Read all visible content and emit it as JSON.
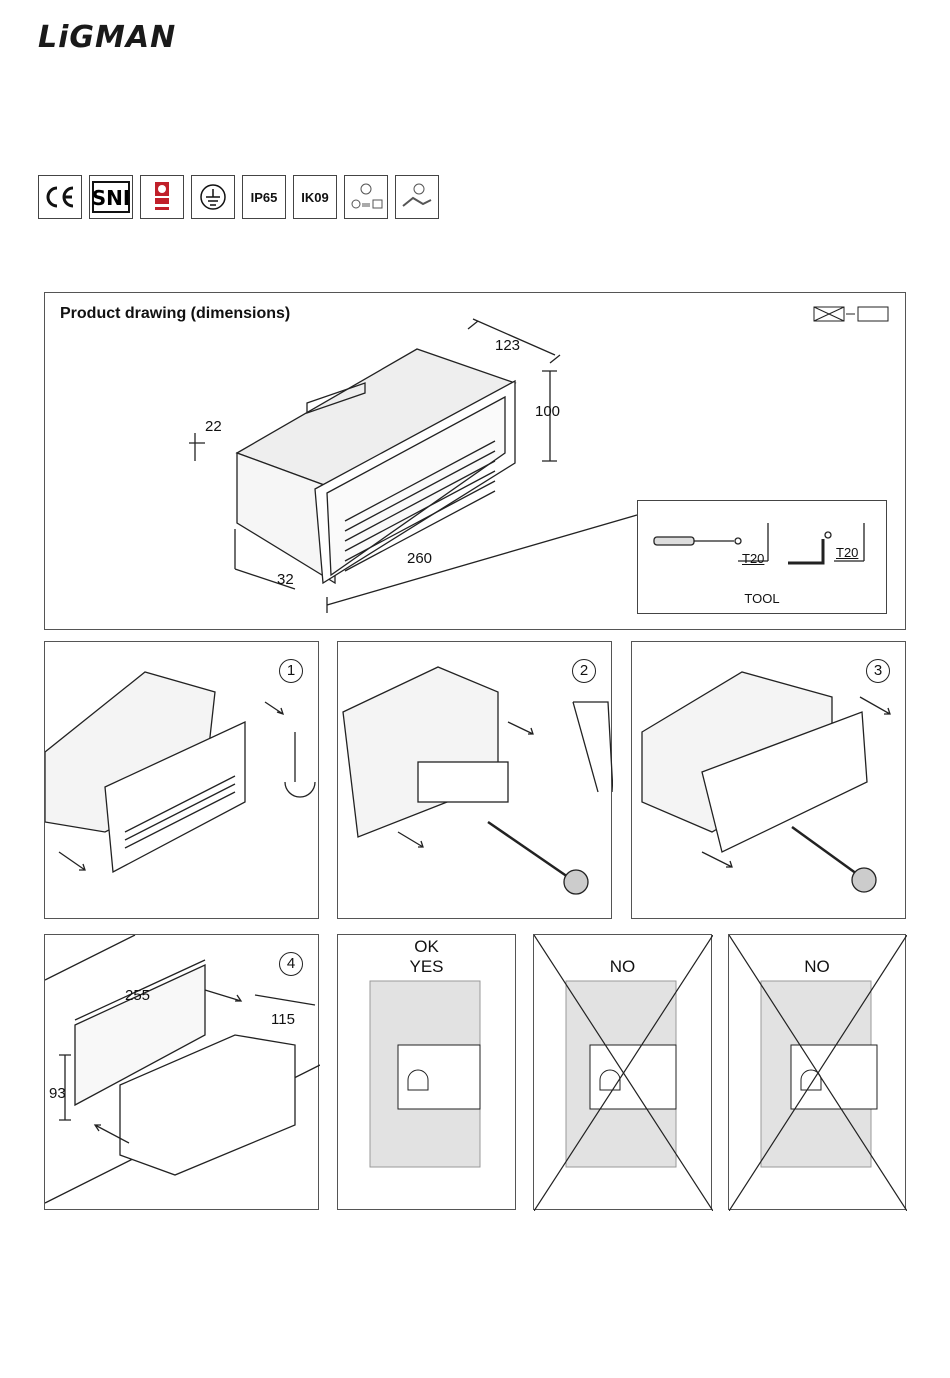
{
  "brand": "LiGMAN",
  "certifications": [
    {
      "icon": "ce-mark-icon",
      "text": ""
    },
    {
      "icon": "sni-mark-icon",
      "text": ""
    },
    {
      "icon": "quality-mark-icon",
      "text": ""
    },
    {
      "icon": "earth-ground-icon",
      "text": ""
    },
    {
      "icon": "ip-rating",
      "text": "IP65"
    },
    {
      "icon": "ik-rating",
      "text": "IK09"
    },
    {
      "icon": "voltage-icon",
      "text": ""
    },
    {
      "icon": "connection-icon",
      "text": ""
    }
  ],
  "drawing": {
    "title": "Product drawing (dimensions)",
    "dims": {
      "d123": "123",
      "d100": "100",
      "d22": "22",
      "d260": "260",
      "d32": "32"
    },
    "tool": {
      "label": "TOOL",
      "t20_a": "T20",
      "t20_b": "T20"
    }
  },
  "steps": [
    "1",
    "2",
    "3",
    "4"
  ],
  "install": {
    "d255": "255",
    "d115": "115",
    "d93": "93"
  },
  "placement": {
    "ok_line1": "OK",
    "ok_line2": "YES",
    "no1": "NO",
    "no2": "NO"
  }
}
